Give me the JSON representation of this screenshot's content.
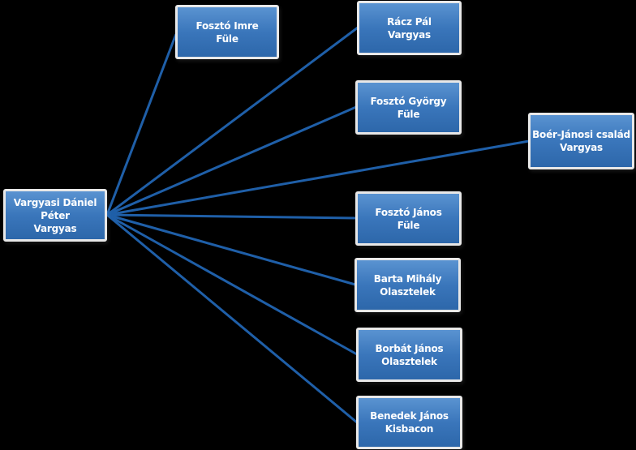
{
  "root": {
    "lines": [
      "Vargyasi Dániel",
      "Péter",
      "Vargyas"
    ]
  },
  "nodes": [
    {
      "id": "foszto-imre",
      "lines": [
        "Fosztó Imre",
        "Füle"
      ]
    },
    {
      "id": "racz-pal",
      "lines": [
        "Rácz Pál",
        "Vargyas"
      ]
    },
    {
      "id": "foszto-gyorgy",
      "lines": [
        "Fosztó György",
        "Füle"
      ]
    },
    {
      "id": "boer-janosi",
      "lines": [
        "Boér-Jánosi család",
        "Vargyas"
      ]
    },
    {
      "id": "foszto-janos",
      "lines": [
        "Fosztó János",
        "Füle"
      ]
    },
    {
      "id": "barta-mihaly",
      "lines": [
        "Barta Mihály",
        "Olasztelek"
      ]
    },
    {
      "id": "borbat-janos",
      "lines": [
        "Borbát János",
        "Olasztelek"
      ]
    },
    {
      "id": "benedek-janos",
      "lines": [
        "Benedek János",
        "Kisbacon"
      ]
    }
  ],
  "colors": {
    "node_fill": "#3a76bb",
    "node_border": "#e8e8e8",
    "link": "#1f5fa8",
    "background": "#000000"
  }
}
